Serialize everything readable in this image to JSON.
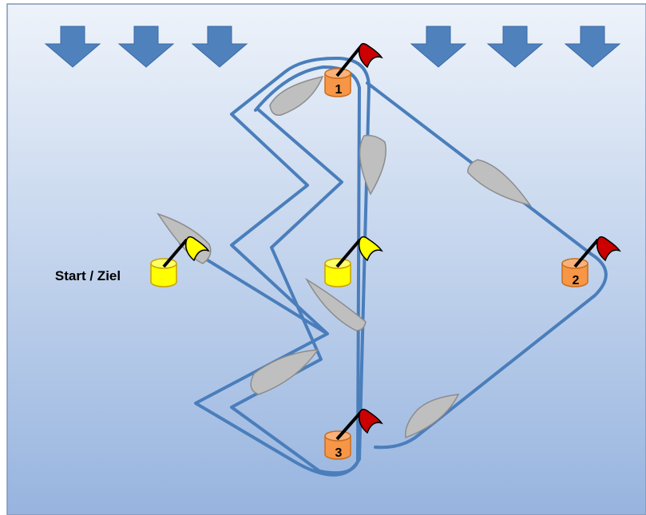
{
  "start_finish_label": "Start / Ziel",
  "marks": [
    {
      "id": "mark-1",
      "label": "1",
      "buoy_color": "orange",
      "flag_color": "red"
    },
    {
      "id": "mark-2",
      "label": "2",
      "buoy_color": "orange",
      "flag_color": "red"
    },
    {
      "id": "mark-3",
      "label": "3",
      "buoy_color": "orange",
      "flag_color": "red"
    },
    {
      "id": "start-buoy",
      "label": "",
      "buoy_color": "yellow",
      "flag_color": "yellow"
    },
    {
      "id": "pin-buoy",
      "label": "",
      "buoy_color": "yellow",
      "flag_color": "yellow"
    }
  ],
  "wind_arrows": {
    "count": 6,
    "direction": "down",
    "color": "#4f81bd"
  },
  "colors": {
    "background_top": "#eaf0f9",
    "background_bottom": "#98b5df",
    "course_line": "#4a7ebb",
    "boat": "#bfbfbf",
    "buoy_orange": "#f79646",
    "buoy_yellow": "#ffff00",
    "flag_red": "#cc0000",
    "flag_yellow": "#ffff00"
  }
}
